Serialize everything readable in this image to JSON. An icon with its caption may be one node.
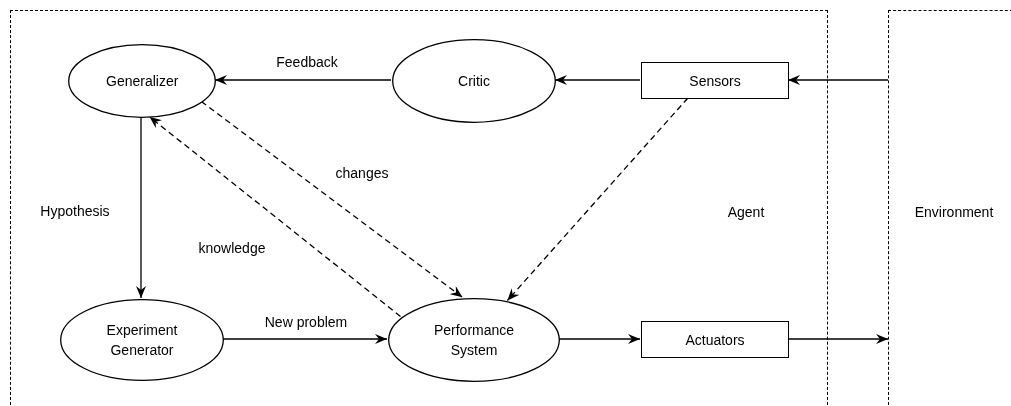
{
  "diagram": {
    "nodes": [
      {
        "text": [
          "Agent"
        ]
      },
      {
        "text": [
          "Environment"
        ]
      },
      {
        "text": [
          "Generalizer"
        ],
        "in": 0
      },
      {
        "text": [
          "Critic"
        ],
        "in": 0
      },
      {
        "text": [
          "Sensors"
        ],
        "in": 0
      },
      {
        "text": [
          "Experiment Generator"
        ],
        "in": 0
      },
      {
        "text": [
          "Performance System"
        ],
        "in": 0
      },
      {
        "text": [
          "Actuators"
        ],
        "in": 0
      }
    ],
    "edges": [
      {
        "from": 3,
        "to": 2,
        "arrow": "to",
        "label": "Feedback"
      },
      {
        "from": 4,
        "to": 3,
        "arrow": "to"
      },
      {
        "from": 1,
        "to": 4,
        "arrow": "to"
      },
      {
        "from": 2,
        "to": 5,
        "arrow": "to",
        "label": "Hypothesis"
      },
      {
        "from": 2,
        "to": 6,
        "arrow": "to",
        "label": "changes",
        "style": "dashed"
      },
      {
        "from": 6,
        "to": 2,
        "arrow": "to",
        "label": "knowledge",
        "style": "dashed"
      },
      {
        "from": 4,
        "to": 6,
        "arrow": "to",
        "style": "dashed"
      },
      {
        "from": 5,
        "to": 6,
        "arrow": "to",
        "label": "New problem"
      },
      {
        "from": 6,
        "to": 7,
        "arrow": "to"
      },
      {
        "from": 7,
        "to": 1,
        "arrow": "to"
      }
    ]
  }
}
